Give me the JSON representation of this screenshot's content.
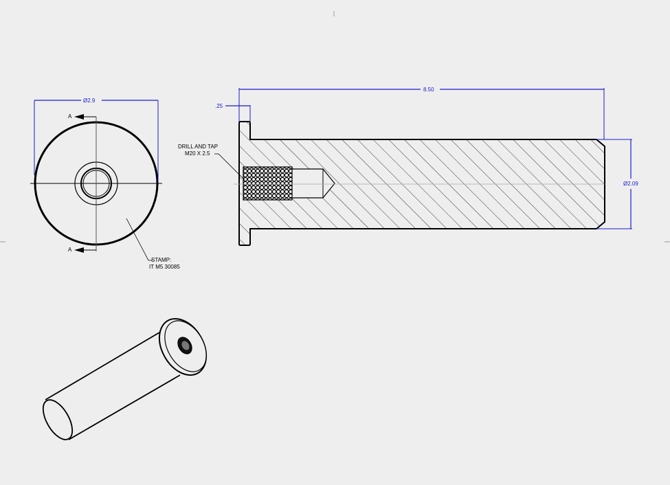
{
  "drawing": {
    "front_view": {
      "diameter_label": "Ø2.9",
      "section_mark_top": "A",
      "section_mark_bottom": "A",
      "stamp_note_line1": "STAMP:",
      "stamp_note_line2": "IT M5 30085"
    },
    "section_view": {
      "overall_length_label": "8.50",
      "flange_thickness_label": ".25",
      "body_diameter_label": "Ø2.09",
      "hole_note_line1": "DRILL AND TAP",
      "hole_note_line2": "M20 X 2.5"
    }
  },
  "colors": {
    "dimension": "#1a1acc",
    "background": "#eeeeee",
    "outline": "#000000"
  }
}
